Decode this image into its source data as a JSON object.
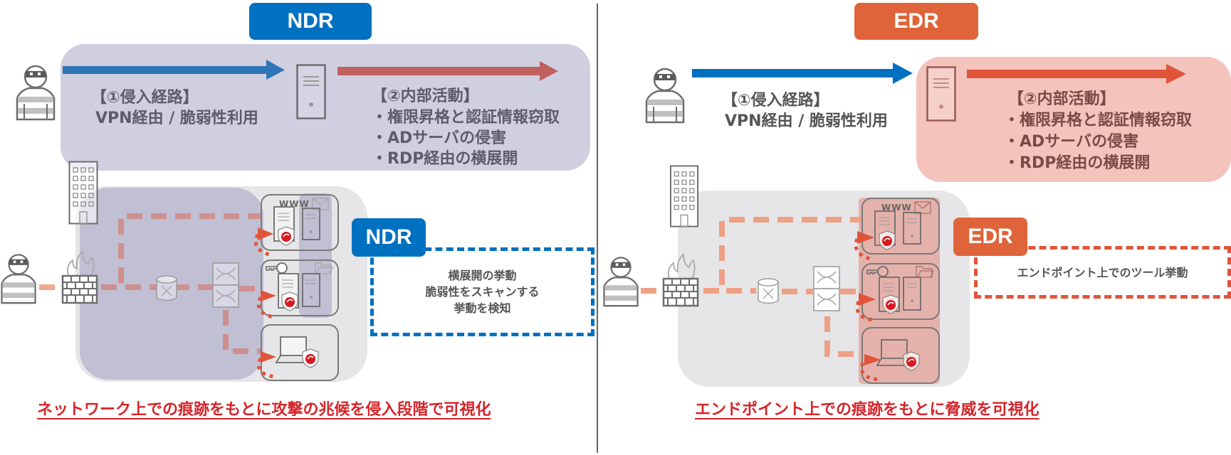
{
  "ndr": {
    "header_label": "NDR",
    "header_color": "#0070c0",
    "phase_box_color": "#d0cfe0",
    "intrusion": {
      "title": "【①侵入経路】",
      "body": "VPN経由 / 脆弱性利用",
      "arrow_color": "#2e75b6"
    },
    "internal": {
      "title": "【②内部活動】",
      "items": [
        "・権限昇格と認証情報窃取",
        "・ADサーバの侵害",
        "・RDP経由の横展開"
      ],
      "arrow_color": "#c0605f"
    },
    "detect": {
      "badge_label": "NDR",
      "lines": [
        "横展開の挙動",
        "脆弱性をスキャンする",
        "挙動を検知"
      ],
      "border_color": "#0070c0"
    },
    "caption": "ネットワーク上での痕跡をもとに攻撃の兆候を侵入段階で可視化"
  },
  "edr": {
    "header_label": "EDR",
    "header_color": "#e0643a",
    "phase_box_color": "#f3c3bc",
    "intrusion": {
      "title": "【①侵入経路】",
      "body": "VPN経由 / 脆弱性利用",
      "arrow_color": "#0070c0"
    },
    "internal": {
      "title": "【②内部活動】",
      "items": [
        "・権限昇格と認証情報窃取",
        "・ADサーバの侵害",
        "・RDP経由の横展開"
      ],
      "arrow_color": "#e0553a"
    },
    "detect": {
      "badge_label": "EDR",
      "lines": [
        "エンドポイント上でのツール挙動"
      ],
      "border_color": "#e0553a"
    },
    "caption": "エンドポイント上での痕跡をもとに脅威を可視化"
  },
  "network_labels": {
    "web_server_label": "WWW"
  },
  "colors": {
    "caption_red": "#d6242a",
    "dashed_path_ndr": "#cf8c88",
    "dashed_path_edr": "#eea084",
    "attack_arrow": "#e0553a"
  }
}
